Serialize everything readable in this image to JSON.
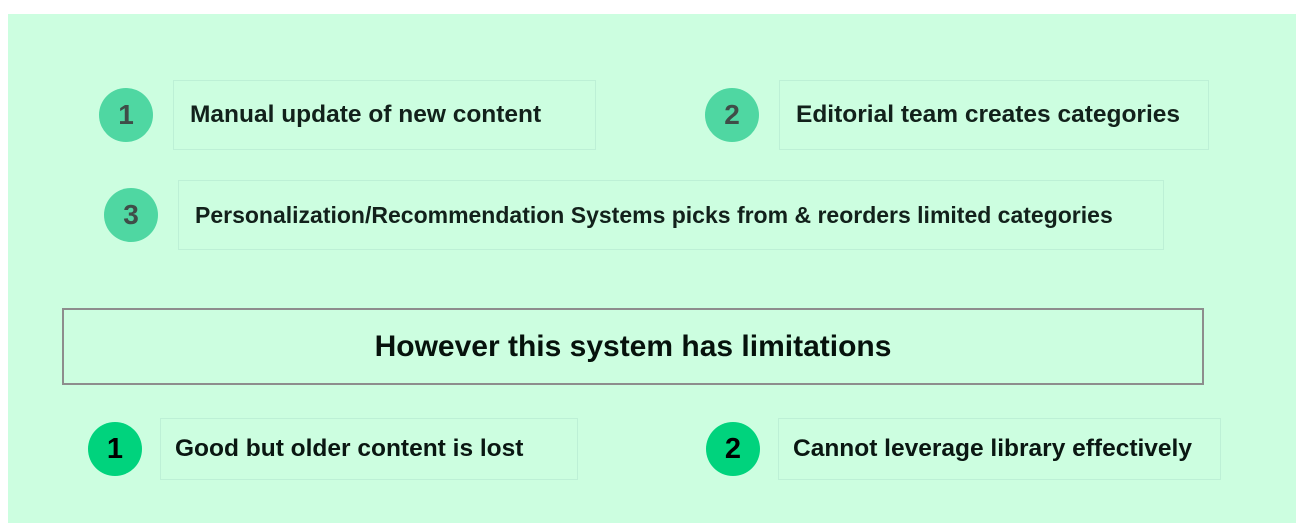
{
  "canvas": {
    "background_color": "#ccfee0",
    "page_background_color": "#ffffff"
  },
  "colors": {
    "badge_top_fill": "#4fd7a2",
    "badge_top_text": "#3f4d48",
    "badge_bottom_fill": "#00d37d",
    "badge_bottom_text": "#000000",
    "box_border": "#bdf0d6",
    "banner_border": "#8d8d8d",
    "body_text": "#12211b",
    "banner_text": "#06120c"
  },
  "process": {
    "steps": [
      {
        "number": "1",
        "label": "Manual update of new content"
      },
      {
        "number": "2",
        "label": "Editorial team creates categories"
      },
      {
        "number": "3",
        "label": "Personalization/Recommendation Systems picks from & reorders limited categories"
      }
    ]
  },
  "banner": {
    "title": "However this system has limitations"
  },
  "limitations": {
    "items": [
      {
        "number": "1",
        "label": "Good but older content is lost"
      },
      {
        "number": "2",
        "label": "Cannot leverage library effectively"
      }
    ]
  }
}
